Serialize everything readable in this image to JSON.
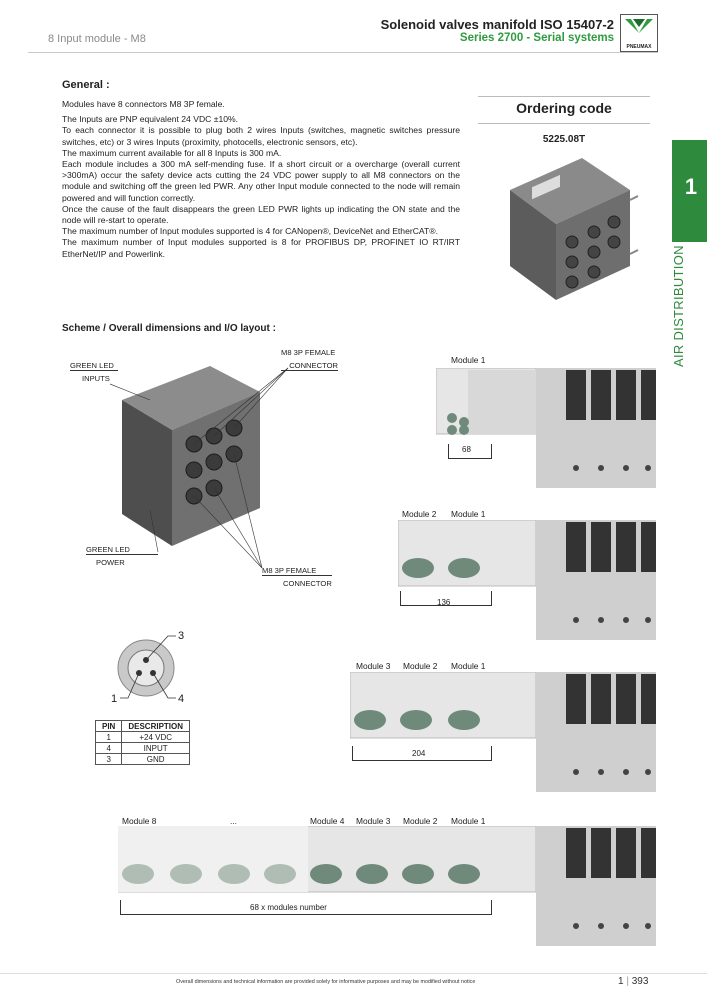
{
  "header": {
    "section": "8 Input module - M8",
    "title": "Solenoid valves manifold ISO 15407-2",
    "subtitle": "Series 2700 - Serial systems",
    "logo_text": "PNEUMAX"
  },
  "side_tab": {
    "number": "1",
    "label": "AIR DISTRIBUTION",
    "color": "#2e8a3c"
  },
  "general": {
    "heading": "General :",
    "paragraphs": [
      "Modules have 8 connectors M8 3P female.",
      "The Inputs are PNP equivalent 24 VDC ±10%.\nTo each connector it is possible to plug both 2 wires Inputs (switches, magnetic switches pressure switches, etc) or 3 wires Inputs (proximity, photocells, electronic sensors, etc).\nThe maximum current available for all 8  Inputs is  300 mA.\nEach module includes a  300 mA self-mending fuse. If a short circuit or a overcharge (overall current >300mA) occur the safety device acts cutting the 24 VDC power supply to all M8 connectors on the module and switching off the green led PWR. Any other Input module connected to the node  will remain powered and will function correctly.\nOnce the cause of the fault disappears the green LED PWR lights up indicating the ON state and the node will  re-start to operate.\nThe  maximum  number  of  Input  modules  supported  is  4  for  CANopen®,  DeviceNet  and EtherCAT®.\nThe maximum number of Input modules supported is 8 for PROFIBUS DP, PROFINET IO RT/IRT EtherNet/IP and Powerlink."
    ]
  },
  "ordering": {
    "title": "Ordering code",
    "code": "5225.08T"
  },
  "scheme": {
    "heading": "Scheme / Overall dimensions and I/O layout :",
    "callouts": {
      "green_led_inputs": [
        "GREEN LED",
        "INPUTS"
      ],
      "m8_top": [
        "M8 3P FEMALE",
        "CONNECTOR"
      ],
      "green_led_power": [
        "GREEN LED",
        "POWER"
      ],
      "m8_bottom": [
        "M8 3P FEMALE",
        "CONNECTOR"
      ]
    },
    "connector_pins": [
      "3",
      "1",
      "4"
    ]
  },
  "pin_table": {
    "headers": [
      "PIN",
      "DESCRIPTION"
    ],
    "rows": [
      [
        "1",
        "+24 VDC"
      ],
      [
        "4",
        "INPUT"
      ],
      [
        "3",
        "GND"
      ]
    ]
  },
  "assemblies": [
    {
      "labels": [
        "Module 1"
      ],
      "dimension": "68"
    },
    {
      "labels": [
        "Module 2",
        "Module 1"
      ],
      "dimension": "136"
    },
    {
      "labels": [
        "Module 3",
        "Module 2",
        "Module 1"
      ],
      "dimension": "204"
    },
    {
      "labels": [
        "Module 8",
        "...",
        "Module 4",
        "Module 3",
        "Module 2",
        "Module 1"
      ],
      "dimension": "68 x modules number"
    }
  ],
  "footer": {
    "note": "Overall dimensions and technical information are provided solely for informative purposes and may be modified without notice",
    "page_section": "1",
    "page_number": "393"
  }
}
